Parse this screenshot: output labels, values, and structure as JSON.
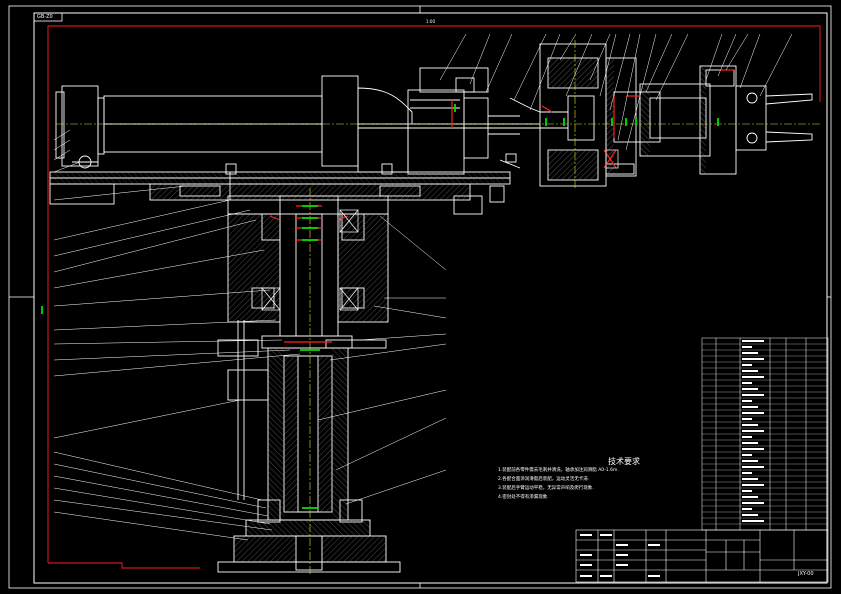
{
  "drawing": {
    "frame_tag": "GB-Z0",
    "top_mark": "1:00",
    "drawing_no": "JXY-00",
    "technical_requirements": {
      "title": "技术要求",
      "lines": [
        "1.装配前各零件需去毛刺并清洗，轴承加注润滑脂 A0-1.6m.",
        "2.各配合面涂润滑脂后装配，运动灵活无卡滞.",
        "3.装配后手臂运动平稳，无异常声响及爬行现象.",
        "4.密封处不得有渗漏现象."
      ]
    },
    "colors": {
      "border": "#ffffff",
      "outline": "#ffffff",
      "red": "#ff2020",
      "green": "#00e000",
      "yellow": "#e0e020",
      "cyan": "#00d8d8",
      "hatch": "#b0b0b0"
    }
  }
}
